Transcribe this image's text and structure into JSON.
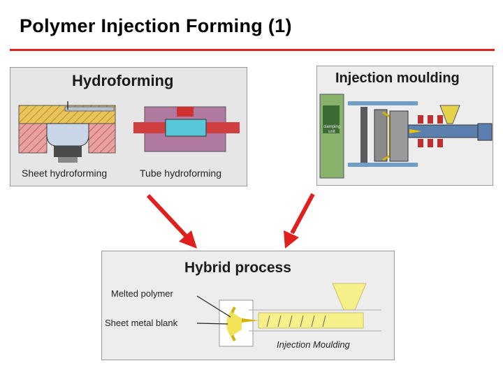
{
  "slide": {
    "title": "Polymer Injection Forming (1)",
    "accent_color": "#e0201c"
  },
  "hydroforming": {
    "title": "Hydroforming",
    "sheet_label": "Sheet hydroforming",
    "tube_label": "Tube hydroforming"
  },
  "injection": {
    "title": "Injection moulding",
    "clamping_label": "clamping unit"
  },
  "hybrid": {
    "title": "Hybrid process",
    "melted_label": "Melted polymer",
    "blank_label": "Sheet metal blank",
    "moulding_label": "Injection Moulding"
  }
}
